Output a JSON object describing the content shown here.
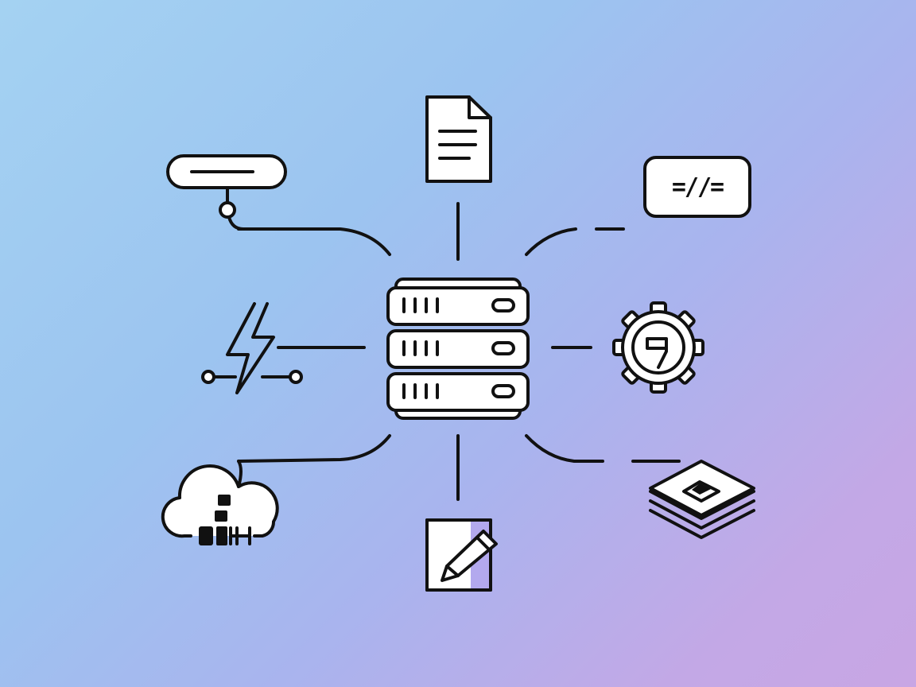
{
  "center": {
    "icon": "server-rack-icon",
    "units": 3
  },
  "nodes": [
    {
      "id": "document",
      "icon": "document-icon"
    },
    {
      "id": "code",
      "icon": "code-block-icon",
      "text": "=//="
    },
    {
      "id": "settings",
      "icon": "gear-icon"
    },
    {
      "id": "layers",
      "icon": "layers-stack-icon"
    },
    {
      "id": "edit",
      "icon": "pencil-document-icon"
    },
    {
      "id": "cloud",
      "icon": "cloud-data-icon"
    },
    {
      "id": "power",
      "icon": "lightning-bolt-icon"
    },
    {
      "id": "search",
      "icon": "search-bar-icon"
    }
  ],
  "colors": {
    "stroke": "#111111",
    "fill": "#ffffff",
    "gradient_start": "#a4d2f2",
    "gradient_end": "#c8a6e4"
  }
}
